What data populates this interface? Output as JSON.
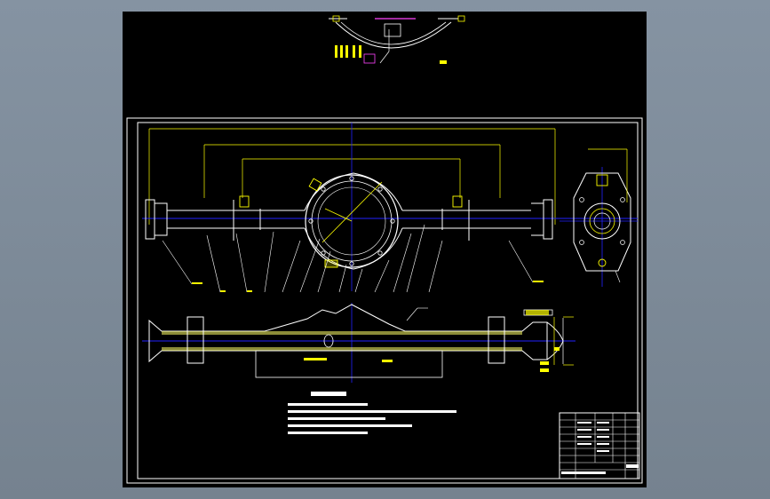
{
  "window": {
    "title": ""
  },
  "sheet": {
    "background": "#000000",
    "backdrop": "#7d8a99"
  },
  "colors": {
    "frame": "#ffffff",
    "outline": "#ffffff",
    "dimension": "#ffff00",
    "centerline": "#2222ff",
    "leader": "#ffffff",
    "cyan": "#00ffff",
    "magenta": "#ff44ff",
    "section": "#ffff66"
  },
  "views": {
    "top_detail": {
      "name": "rear-cover-detail"
    },
    "plan": {
      "name": "axle-housing-plan-view"
    },
    "side": {
      "name": "axle-housing-side-view"
    },
    "section": {
      "name": "axle-housing-section-view"
    }
  },
  "title_block": {
    "rows": 9
  }
}
